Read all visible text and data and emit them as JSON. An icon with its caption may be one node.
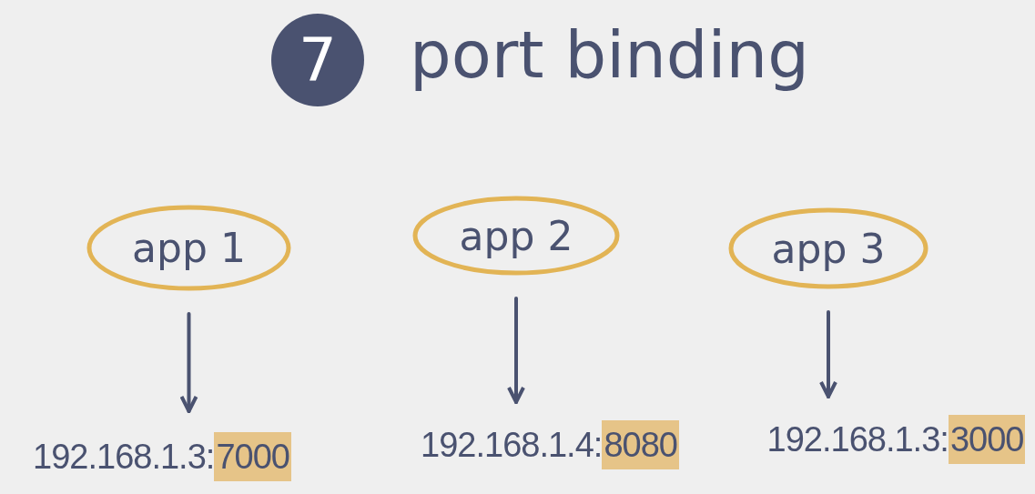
{
  "diagram": {
    "title": "port binding",
    "nodes": [
      {
        "text": [
          "app 1"
        ]
      },
      {
        "text": [
          "app 2"
        ]
      },
      {
        "text": [
          "app 3"
        ]
      },
      {
        "text": [
          "192.168.1.3:7000"
        ]
      },
      {
        "text": [
          "192.168.1.4:8080"
        ]
      },
      {
        "text": [
          "192.168.1.3:3000"
        ]
      }
    ],
    "edges": [
      {
        "from": 0,
        "to": 3,
        "arrow": "to"
      },
      {
        "from": 1,
        "to": 4,
        "arrow": "to"
      },
      {
        "from": 2,
        "to": 5,
        "arrow": "to"
      }
    ],
    "labels": [
      "7"
    ]
  }
}
